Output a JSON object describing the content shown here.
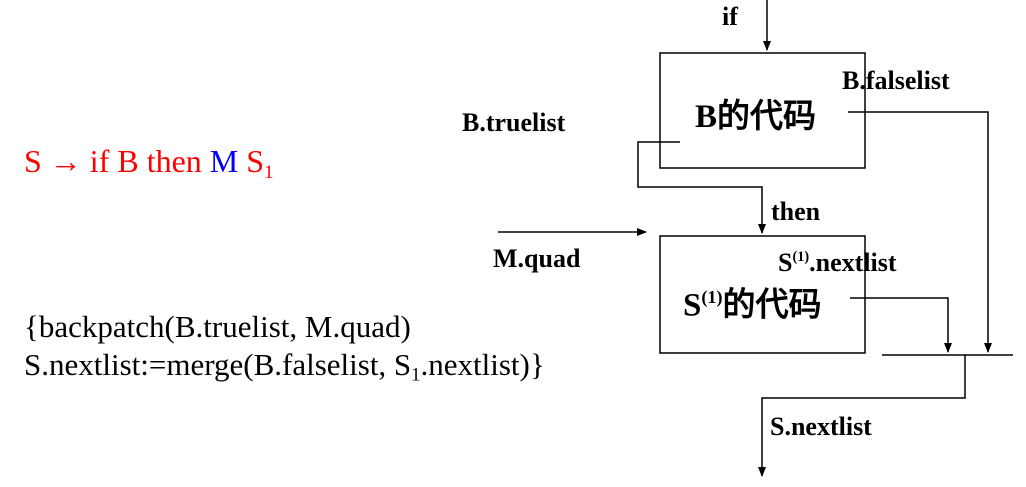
{
  "production": {
    "lhs": "S",
    "arrow": "→",
    "if_kw": "if",
    "b": "B",
    "then_kw": "then",
    "m": "M",
    "s": "S",
    "s_sub": "1"
  },
  "semantic_action": {
    "line1": "{backpatch(B.truelist, M.quad)",
    "line2_pre": "S.nextlist:=merge(B.falselist, S",
    "line2_sub": "1",
    "line2_post": ".nextlist)}"
  },
  "diagram": {
    "if_label": "if",
    "b_box_label": "B的代码",
    "b_falselist": "B.falselist",
    "b_truelist": "B.truelist",
    "then_label": "then",
    "m_quad": "M.quad",
    "s1_nextlist_pre": "S",
    "s1_nextlist_sup": "(1)",
    "s1_nextlist_post": ".nextlist",
    "s1_box_pre": "S",
    "s1_box_sup": "(1)",
    "s1_box_post": "的代码",
    "s_nextlist": "S.nextlist"
  },
  "colors": {
    "red": "#ff0000",
    "blue": "#0000ff",
    "black": "#000000"
  }
}
